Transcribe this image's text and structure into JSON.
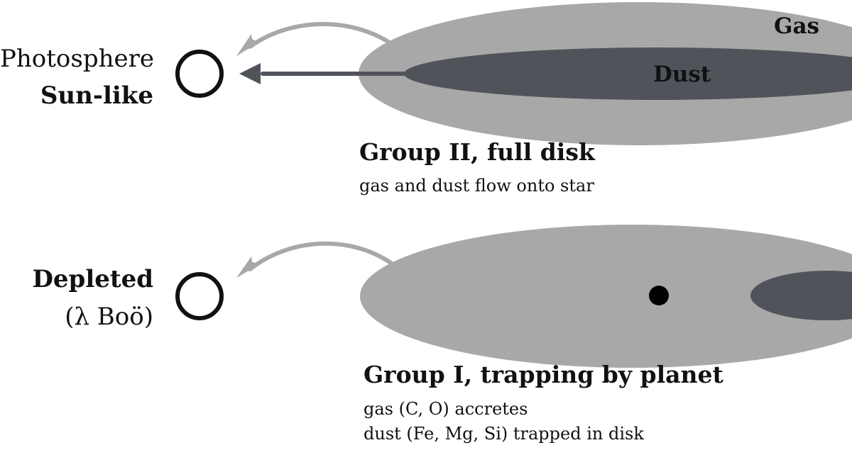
{
  "top_panel": {
    "star_line1": "Photosphere",
    "star_line2": "Sun-like",
    "gas_label": "Gas",
    "dust_label": "Dust",
    "group_title": "Group II, full disk",
    "group_desc": "gas and dust flow onto star"
  },
  "bottom_panel": {
    "star_line1": "Depleted",
    "star_line2": "(λ Boö)",
    "group_title": "Group I, trapping by planet",
    "group_desc_line1": "gas (C, O) accretes",
    "group_desc_line2": "dust (Fe, Mg, Si) trapped in disk"
  },
  "colors": {
    "gas": "#a7a8a7",
    "dust": "#50545a",
    "dust_arrow": "#50545a",
    "gas_arrow": "#a7a8a7",
    "star_outline": "#111111",
    "planet": "#000000",
    "text": "#111111"
  }
}
